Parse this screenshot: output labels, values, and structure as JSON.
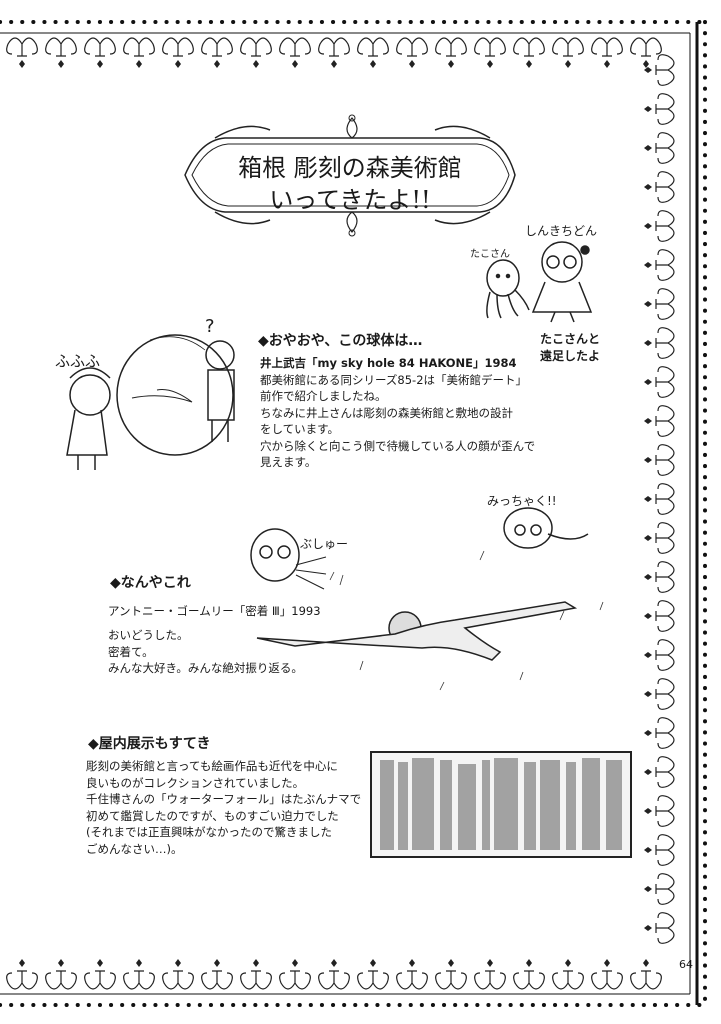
{
  "title": {
    "line1": "箱根 彫刻の森美術館",
    "line2": "いってきたよ!!"
  },
  "characters": {
    "tako_label": "たこさん",
    "shinkichi_label": "しんきちどん",
    "caption_line1": "たこさんと",
    "caption_line2": "遠足したよ"
  },
  "section1": {
    "heading": "◆おやおや、この球体は…",
    "artwork_credit": "井上武吉「my sky hole 84 HAKONE」1984",
    "lines": [
      "都美術館にある同シリーズ85-2は「美術館デート」",
      "前作で紹介しましたね。",
      "ちなみに井上さんは彫刻の森美術館と敷地の設計",
      "をしています。",
      "穴から除くと向こう側で待機している人の顔が歪んで",
      "見えます。"
    ],
    "sfx_fufu": "ふふふ",
    "sfx_question": "?"
  },
  "section2": {
    "heading": "◆なんやこれ",
    "artwork_credit": "アントニー・ゴームリー「密着 Ⅲ」1993",
    "lines": [
      "おいどうした。",
      "密着て。",
      "みんな大好き。みんな絶対振り返る。"
    ],
    "sfx_bushu": "ぶしゅー",
    "sfx_micchaku": "みっちゃく!!"
  },
  "section3": {
    "heading": "◆屋内展示もすてき",
    "lines": [
      "彫刻の美術館と言っても絵画作品も近代を中心に",
      "良いものがコレクションされていました。",
      "千住博さんの「ウォーターフォール」はたぶんナマで",
      "初めて鑑賞したのですが、ものすごい迫力でした",
      "(それまでは正直興味がなかったので驚きました",
      "ごめんなさい…)。"
    ]
  },
  "page_number": "64"
}
